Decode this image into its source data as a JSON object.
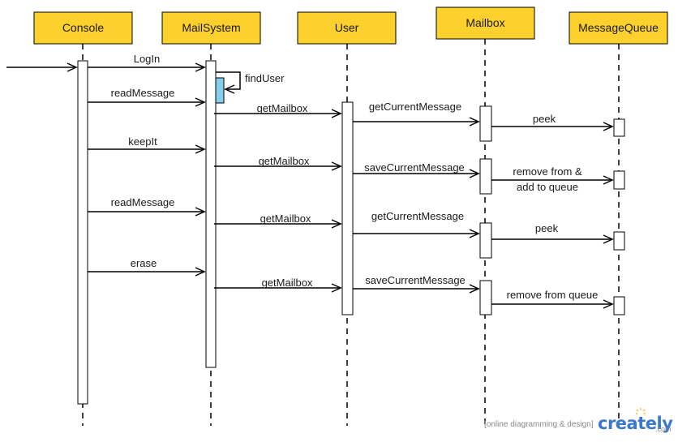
{
  "participants": [
    {
      "id": "console",
      "label": "Console"
    },
    {
      "id": "mailsystem",
      "label": "MailSystem"
    },
    {
      "id": "user",
      "label": "User"
    },
    {
      "id": "mailbox",
      "label": "Mailbox"
    },
    {
      "id": "messagequeue",
      "label": "MessageQueue"
    }
  ],
  "messages": {
    "login": "LogIn",
    "finduser": "findUser",
    "readmessage1": "readMessage",
    "keepit": "keepIt",
    "readmessage2": "readMessage",
    "erase": "erase",
    "getmailbox1": "getMailbox",
    "getmailbox2": "getMailbox",
    "getmailbox3": "getMailbox",
    "getmailbox4": "getMailbox",
    "getcurrent1": "getCurrentMessage",
    "savecurrent1": "saveCurrentMessage",
    "getcurrent2": "getCurrentMessage",
    "savecurrent2": "saveCurrentMessage",
    "peek1": "peek",
    "remove1_line1": "remove from &",
    "remove1_line2": "add to queue",
    "peek2": "peek",
    "remove2": "remove from queue"
  },
  "watermark": {
    "tagline": "[online diagramming & design]",
    "brand": "creately",
    "domain": ".com"
  },
  "colors": {
    "participant_fill": "#fdd12d",
    "activation_fill": "#ffffff",
    "self_call_fill": "#87ceeb",
    "line": "#000000",
    "brand": "#3a78c9"
  }
}
